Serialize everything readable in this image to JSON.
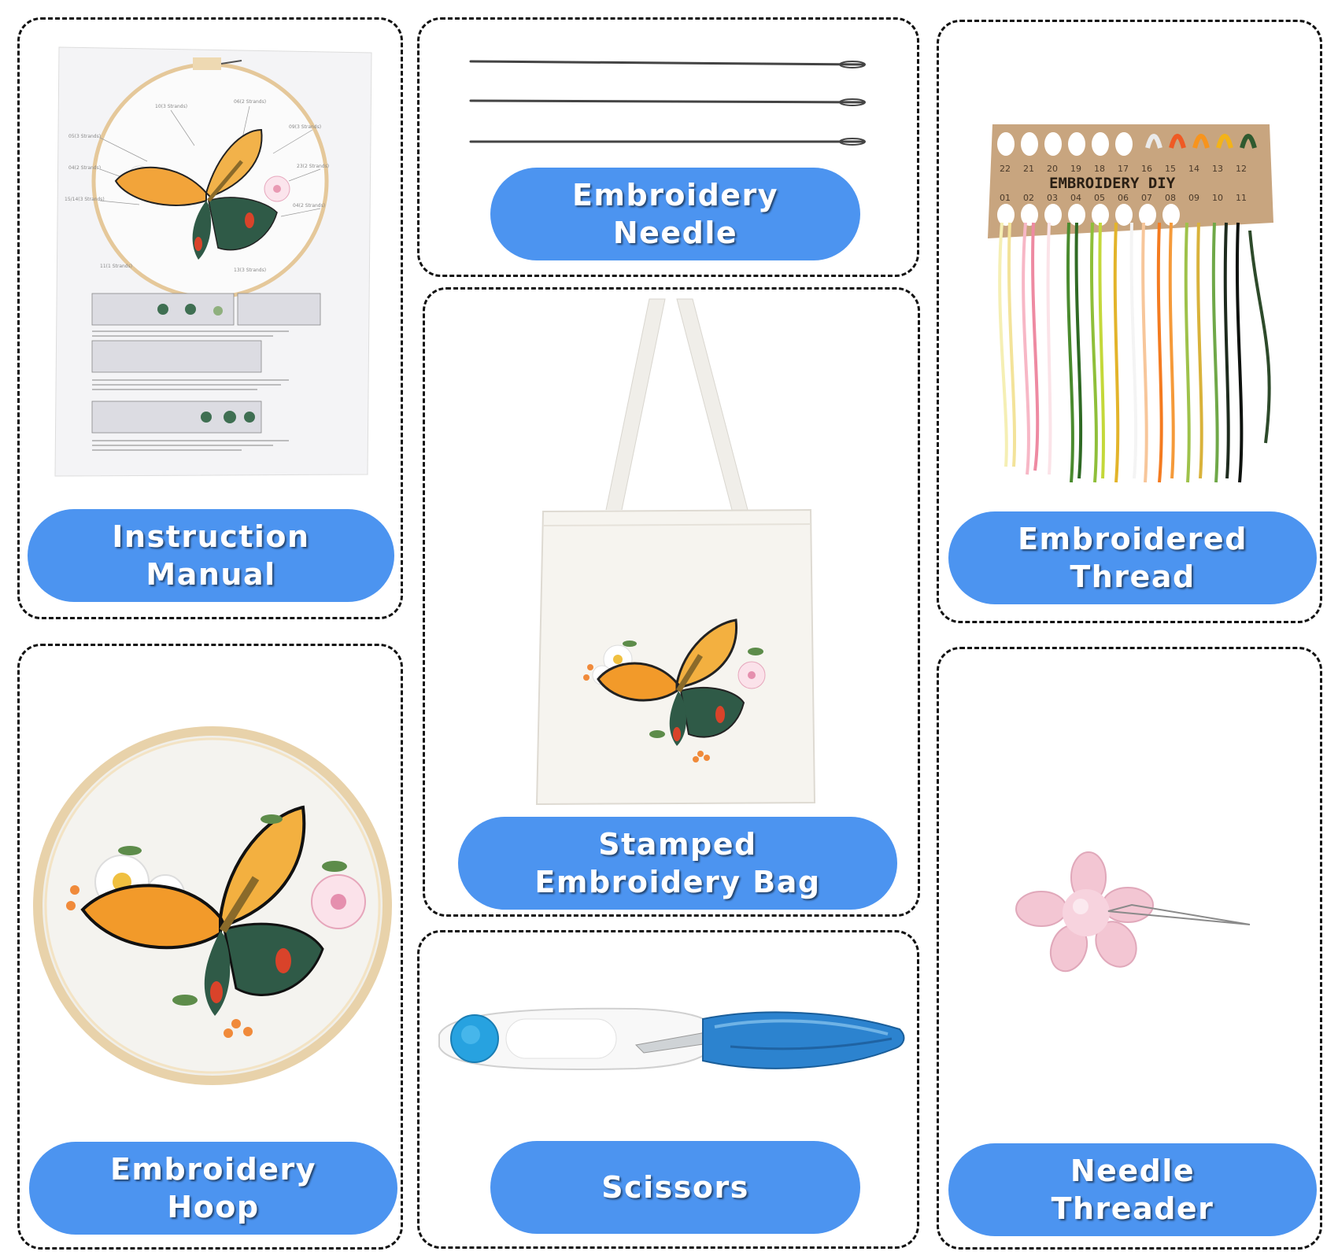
{
  "labels": {
    "manual": [
      "Instruction",
      "Manual"
    ],
    "needle": [
      "Embroidery",
      "Needle"
    ],
    "thread": [
      "Embroidered",
      "Thread"
    ],
    "bag": [
      "Stamped",
      "Embroidery Bag"
    ],
    "hoop": [
      "Embroidery",
      "Hoop"
    ],
    "scissors": [
      "Scissors"
    ],
    "threader": [
      "Needle",
      "Threader"
    ]
  },
  "thread_card": {
    "title": "EMBROIDERY DIY",
    "top_numbers": [
      "22",
      "21",
      "20",
      "19",
      "18",
      "17",
      "16",
      "15",
      "14",
      "13",
      "12"
    ],
    "bottom_numbers": [
      "01",
      "02",
      "03",
      "04",
      "05",
      "06",
      "07",
      "08",
      "09",
      "10",
      "11"
    ]
  },
  "colors": {
    "label_bg": "#4c94f0",
    "panel_border": "#111111",
    "butterfly_orange": "#f08a1c",
    "butterfly_green": "#2f5a47",
    "threader_pink": "#f3c6d3"
  }
}
